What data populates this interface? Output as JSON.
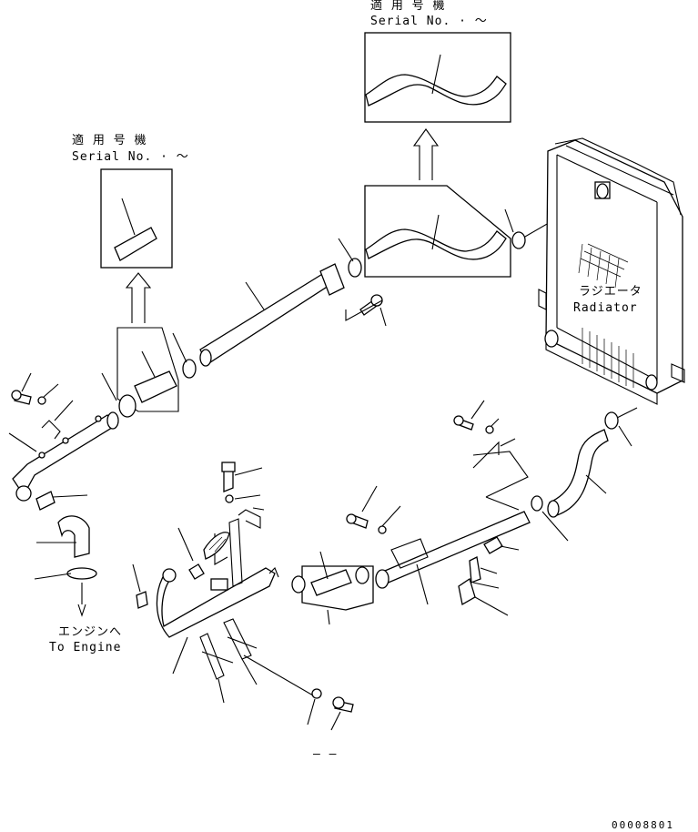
{
  "serial_note_top": {
    "title": "適 用 号 機",
    "serial": "Serial No.   ·  ～"
  },
  "serial_note_left": {
    "title": "適 用 号 機",
    "serial": "Serial No.   ·  ～"
  },
  "radiator": {
    "label_jp": "ラジエータ",
    "label_en": "Radiator"
  },
  "engine": {
    "label_jp": "エンジンへ",
    "label_en": "To Engine"
  },
  "bottom_mark": "– –",
  "drawing_number": "00008801"
}
